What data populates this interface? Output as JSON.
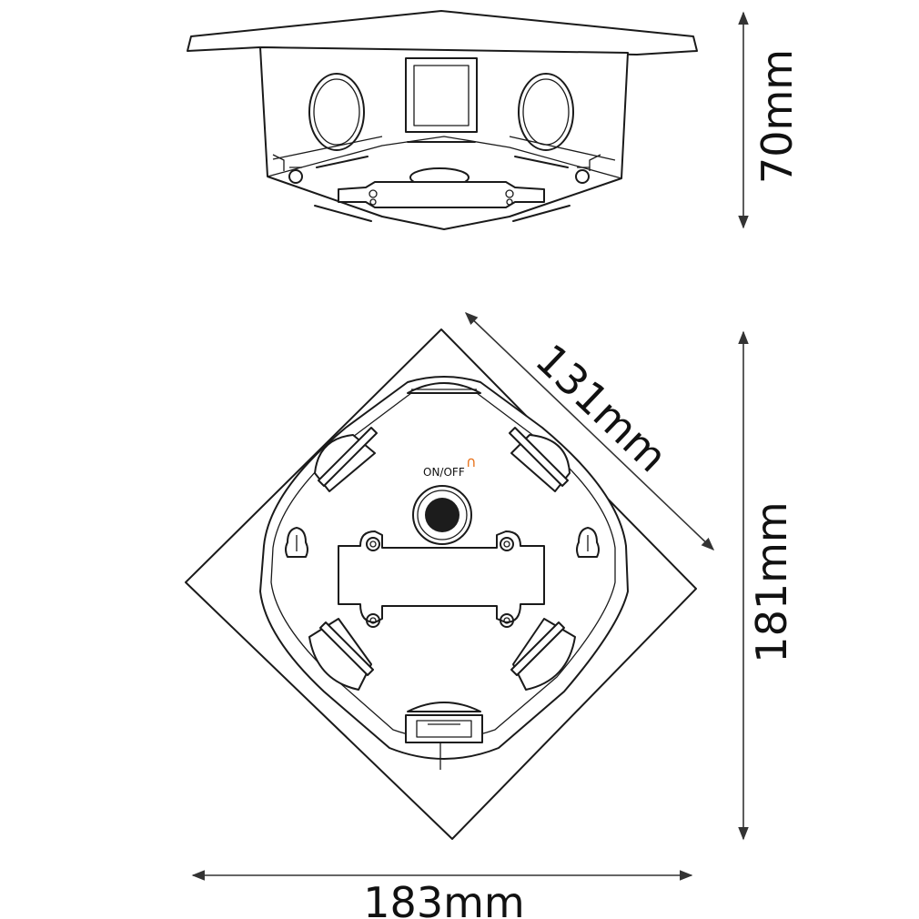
{
  "dimensions": {
    "height_side": "70mm",
    "edge": "131mm",
    "depth": "181mm",
    "width": "183mm"
  },
  "labels": {
    "switch": "ON/OFF"
  },
  "icons": {
    "power": "power-icon"
  },
  "colors": {
    "line": "#1a1a1a",
    "accent": "#e8731c",
    "button": "#1c1c1c"
  }
}
